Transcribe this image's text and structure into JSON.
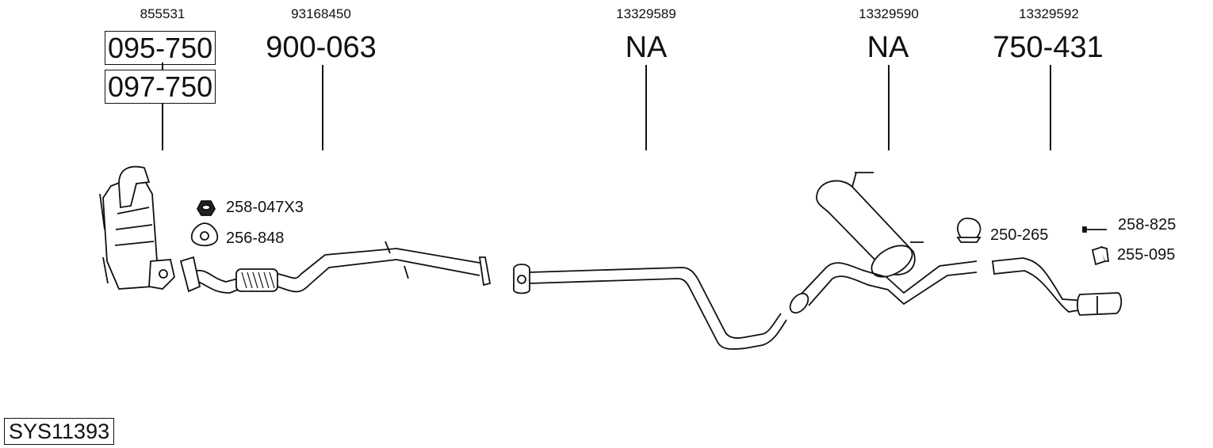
{
  "groups": [
    {
      "oem": "855531",
      "parts": [
        "095-750",
        "097-750"
      ]
    },
    {
      "oem": "93168450",
      "part": "900-063"
    },
    {
      "oem": "13329589",
      "part": "NA"
    },
    {
      "oem": "13329590",
      "part": "NA"
    },
    {
      "oem": "13329592",
      "part": "750-431"
    }
  ],
  "accessories": [
    {
      "label": "258-047X3",
      "icon": "nut-icon"
    },
    {
      "label": "256-848",
      "icon": "gasket-icon"
    },
    {
      "label": "250-265",
      "icon": "clamp-icon"
    },
    {
      "label": "258-825",
      "icon": "bolt-icon"
    },
    {
      "label": "255-095",
      "icon": "rubber-mount-icon"
    }
  ],
  "system_id": "SYS11393"
}
